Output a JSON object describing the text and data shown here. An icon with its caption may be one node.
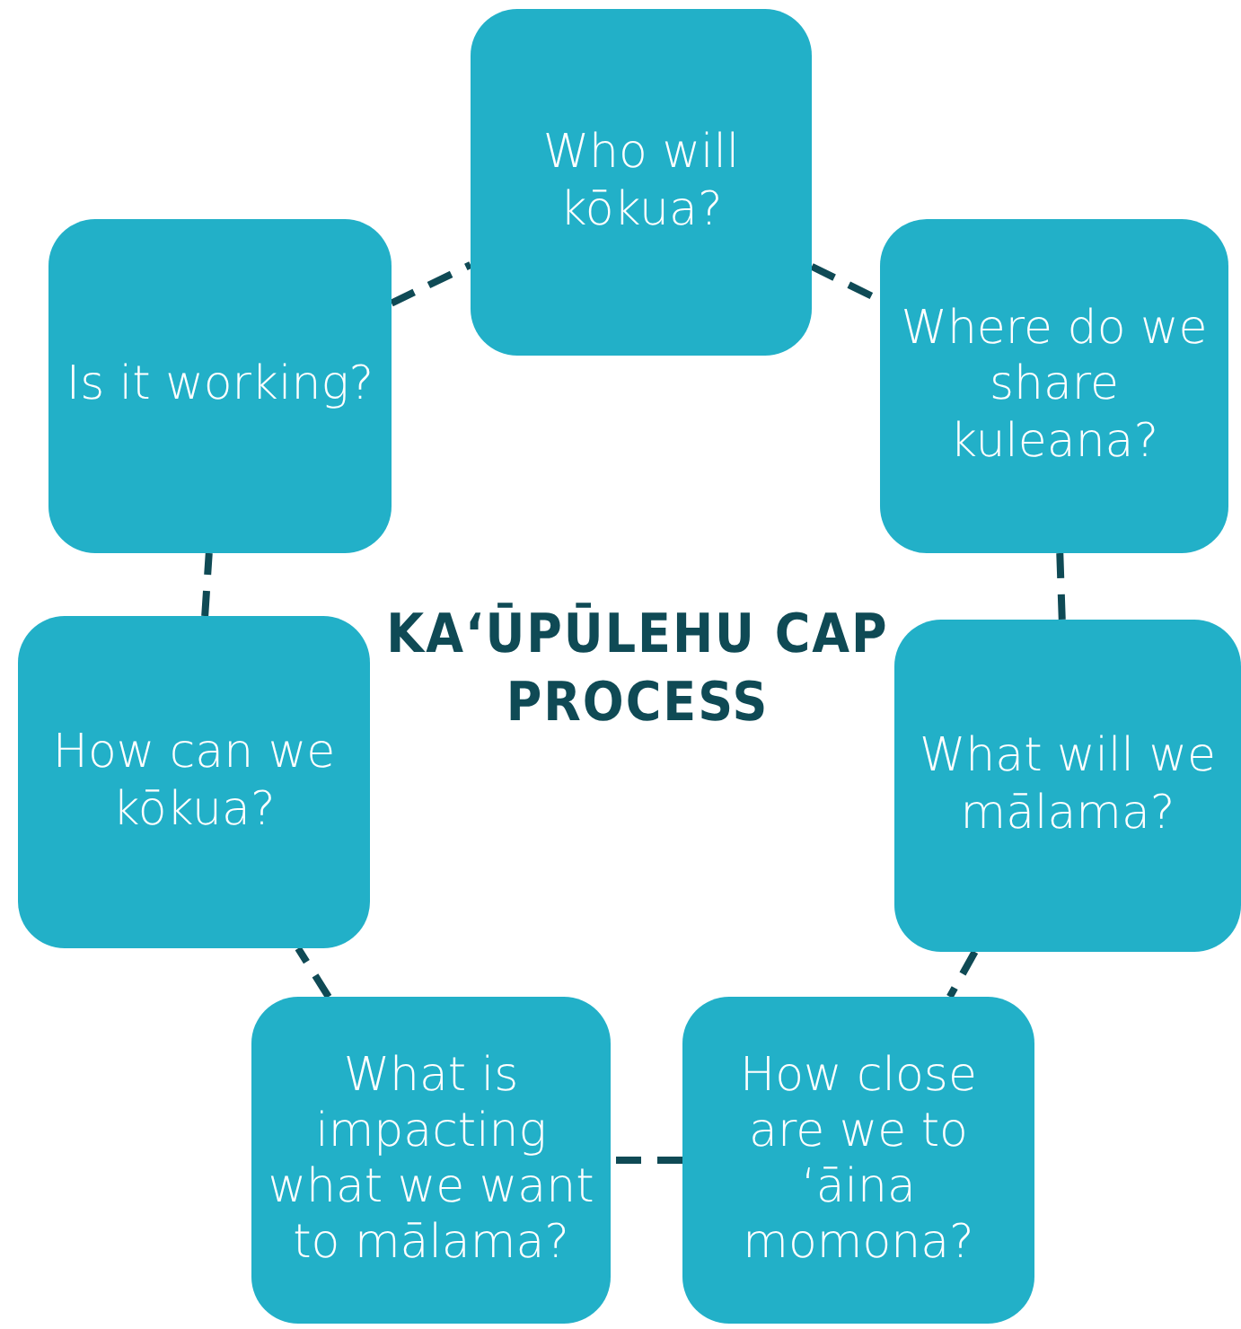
{
  "diagram": {
    "title": "KAʻŪPŪLEHU CAP PROCESS",
    "nodes": [
      {
        "text": [
          "Who will kōkua?"
        ]
      },
      {
        "text": [
          "Where do we share kuleana?"
        ]
      },
      {
        "text": [
          "What will we mālama?"
        ]
      },
      {
        "text": [
          "How close are we to ʻāina momona?"
        ]
      },
      {
        "text": [
          "What is impacting what we want to mālama?"
        ]
      },
      {
        "text": [
          "How can we kōkua?"
        ]
      },
      {
        "text": [
          "Is it working?"
        ]
      }
    ],
    "edges": [
      {
        "from": 0,
        "to": 1,
        "arrow": "none",
        "style": "dashed"
      },
      {
        "from": 1,
        "to": 2,
        "arrow": "none",
        "style": "dashed"
      },
      {
        "from": 2,
        "to": 3,
        "arrow": "none",
        "style": "dashed"
      },
      {
        "from": 3,
        "to": 4,
        "arrow": "none",
        "style": "dashed"
      },
      {
        "from": 4,
        "to": 5,
        "arrow": "none",
        "style": "dashed"
      },
      {
        "from": 5,
        "to": 6,
        "arrow": "none",
        "style": "dashed"
      },
      {
        "from": 6,
        "to": 0,
        "arrow": "none",
        "style": "dashed"
      }
    ]
  }
}
